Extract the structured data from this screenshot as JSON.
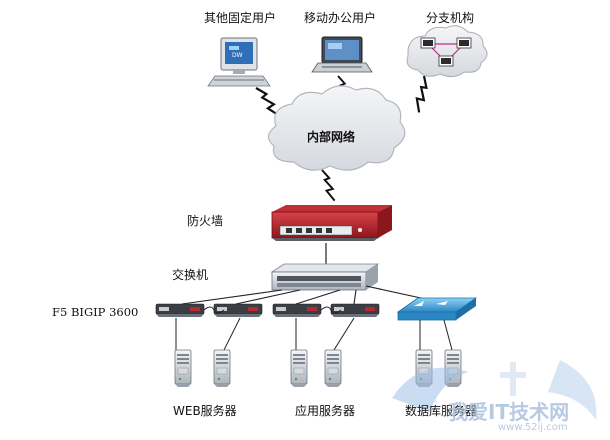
{
  "nodes": {
    "fixed_users": "其他固定用户",
    "mobile_users": "移动办公用户",
    "branch": "分支机构",
    "intranet": "内部网络",
    "firewall": "防火墙",
    "switch": "交换机",
    "load_balancer": "F5 BIGIP 3600",
    "web_servers": "WEB服务器",
    "app_servers": "应用服务器",
    "db_servers": "数据库服务器"
  },
  "watermark": {
    "brand": "我爱IT技术网",
    "domain": "www.52ij.com"
  },
  "colors": {
    "firewall": "#b8242a",
    "switch": "#c9d0da",
    "db_switch": "#3fa3d8",
    "cloud": "#e6e8ec",
    "watermark": "#9fb9d9"
  },
  "icons": [
    "desktop-computer-icon",
    "laptop-icon",
    "branch-network-icon",
    "cloud-icon",
    "lightning-link-icon",
    "firewall-device-icon",
    "switch-device-icon",
    "load-balancer-icon",
    "server-tower-icon"
  ]
}
